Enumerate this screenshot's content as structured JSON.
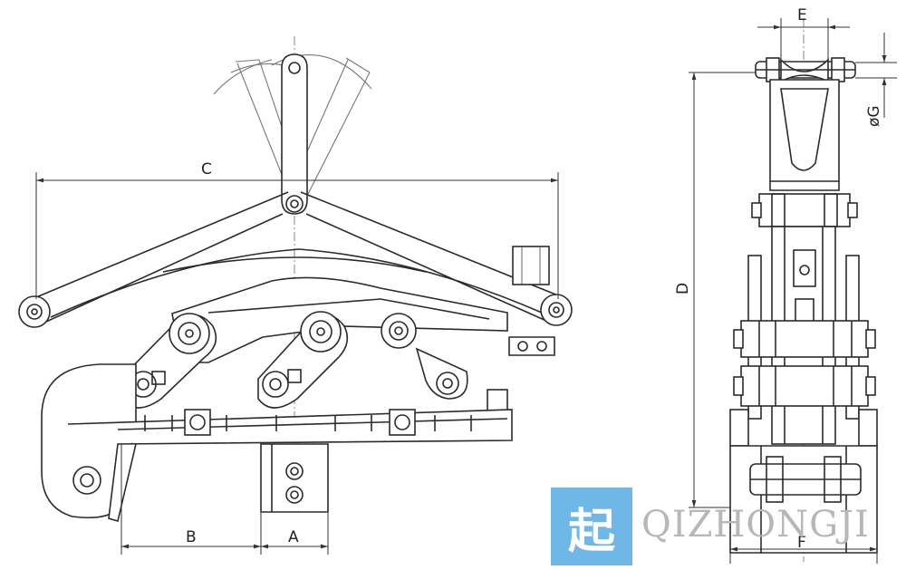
{
  "dimension_labels": {
    "A": "A",
    "B": "B",
    "C": "C",
    "D": "D",
    "E": "E",
    "F": "F",
    "G": "øG"
  },
  "watermark": {
    "char": "起",
    "text": "QIZHONGJI",
    "color": "#6fb7e6"
  }
}
